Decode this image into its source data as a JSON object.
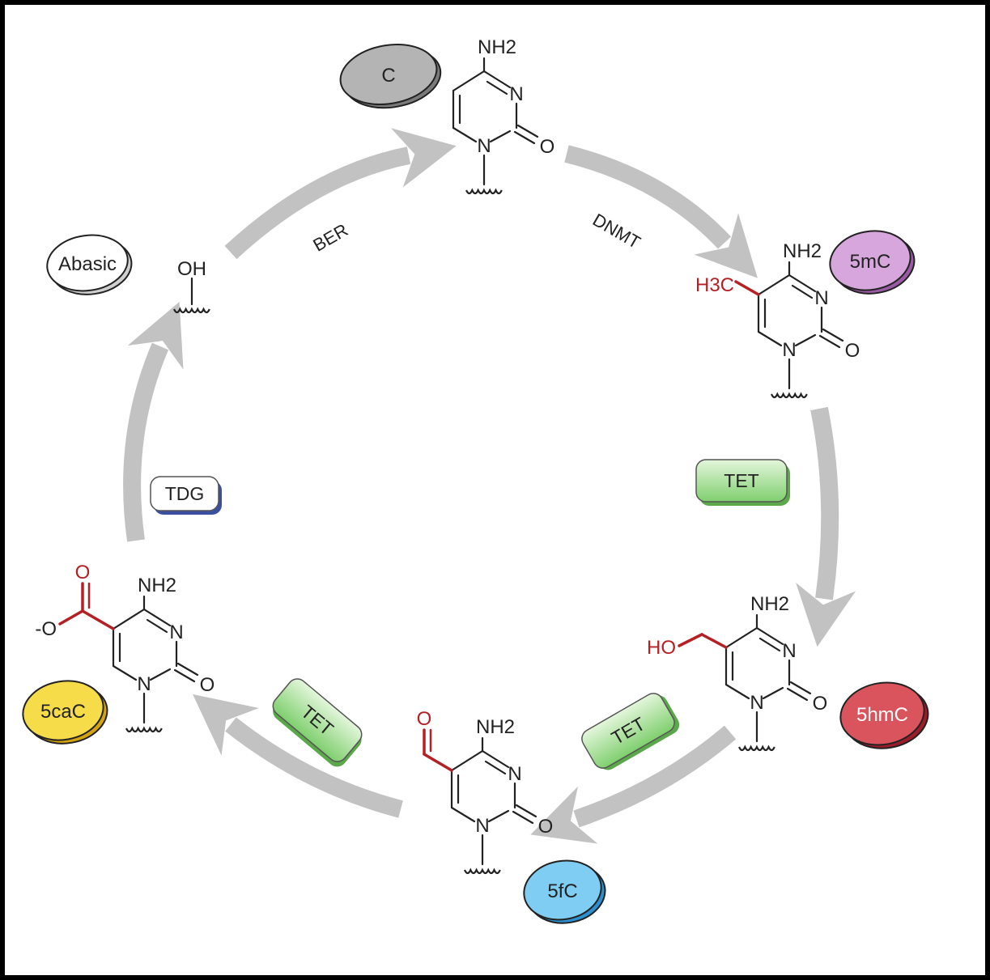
{
  "molecules": {
    "c": {
      "amine": "NH2",
      "n3": "N",
      "n1": "N",
      "o2": "O"
    },
    "mc": {
      "amine": "NH2",
      "n3": "N",
      "n1": "N",
      "o2": "O",
      "sub": "H3C"
    },
    "hmc": {
      "amine": "NH2",
      "n3": "N",
      "n1": "N",
      "o2": "O",
      "sub": "HO"
    },
    "fc": {
      "amine": "NH2",
      "n3": "N",
      "n1": "N",
      "o2": "O",
      "sub": "O"
    },
    "cac": {
      "amine": "NH2",
      "n3": "N",
      "n1": "N",
      "o2": "O",
      "sub": "O",
      "sub2": "-O"
    },
    "abasic": {
      "sub": "OH"
    }
  },
  "badges": {
    "c": {
      "label": "C",
      "color": "#b4b4b4",
      "shade": "#7a7a7a",
      "text": "#222"
    },
    "abasic": {
      "label": "Abasic",
      "color": "#ffffff",
      "shade": "#cfcfcf",
      "text": "#222"
    },
    "mc": {
      "label": "5mC",
      "color": "#d6a6dc",
      "shade": "#9b5aa6",
      "text": "#222"
    },
    "hmc": {
      "label": "5hmC",
      "color": "#d9545c",
      "shade": "#9e1c2a",
      "text": "#fff"
    },
    "fc": {
      "label": "5fC",
      "color": "#7fcdf2",
      "shade": "#2c8fd0",
      "text": "#222"
    },
    "cac": {
      "label": "5caC",
      "color": "#f6dc48",
      "shade": "#d4a410",
      "text": "#222"
    }
  },
  "enzymes": {
    "dnmt": "DNMT",
    "ber": "BER",
    "tet1": "TET",
    "tet2": "TET",
    "tet3": "TET",
    "tdg": "TDG"
  },
  "colors": {
    "arrow": "#c2c2c2",
    "modification": "#b52025",
    "tet": "#7fcf6e",
    "tdg": "#3b4fa0"
  }
}
